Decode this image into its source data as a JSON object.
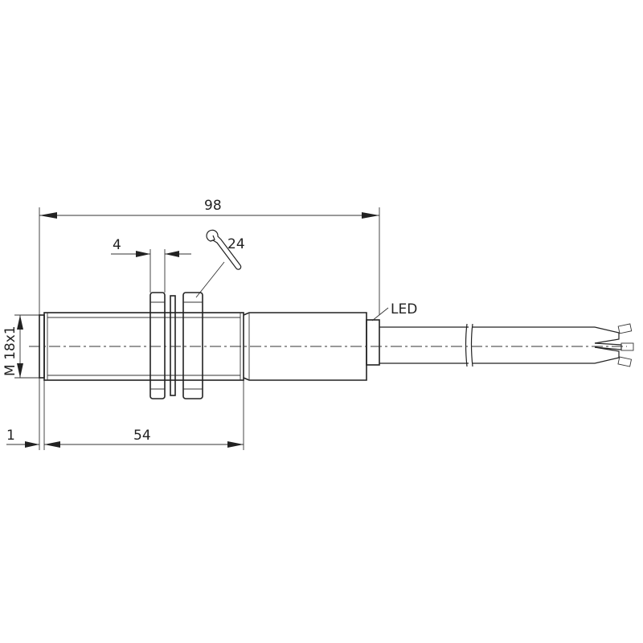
{
  "drawing": {
    "dimensions": {
      "overall_length": "98",
      "nut_thickness": "4",
      "wrench_size": "24",
      "thread_length": "54",
      "offset": "1",
      "thread_spec": "M 18x1"
    },
    "labels": {
      "led": "LED"
    },
    "icons": {
      "wrench": "wrench-icon"
    }
  }
}
